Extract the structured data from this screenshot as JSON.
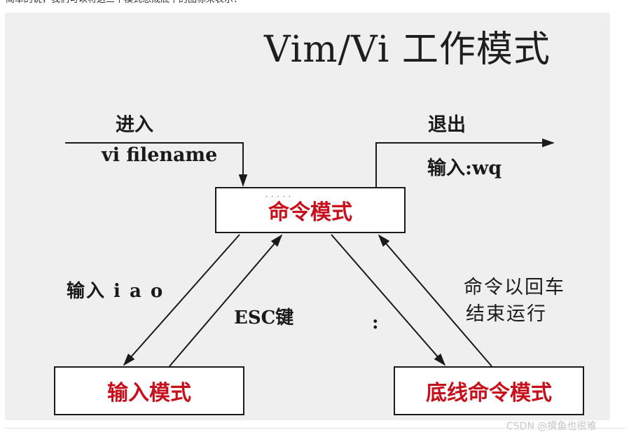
{
  "intro": {
    "text": "简单的说，我们可以将这三个模式想成底下的图标来表示："
  },
  "diagram": {
    "title": "Vim/Vi 工作模式",
    "boxes": {
      "command": "命令模式",
      "insert": "输入模式",
      "last_line": "底线命令模式"
    },
    "labels": {
      "enter": "进入",
      "vi_filename": "vi filename",
      "exit": "退出",
      "wq": "输入:wq",
      "iao": "输入 i a o",
      "esc": "ESC键",
      "colon": ":",
      "enter_end_line1": "命令以回车",
      "enter_end_line2": "结束运行"
    },
    "colors": {
      "box_text": "#c8101c",
      "background": "#efefef",
      "lines": "#1a1a1a"
    }
  },
  "watermark": {
    "text": "CSDN @摸鱼也很难"
  }
}
